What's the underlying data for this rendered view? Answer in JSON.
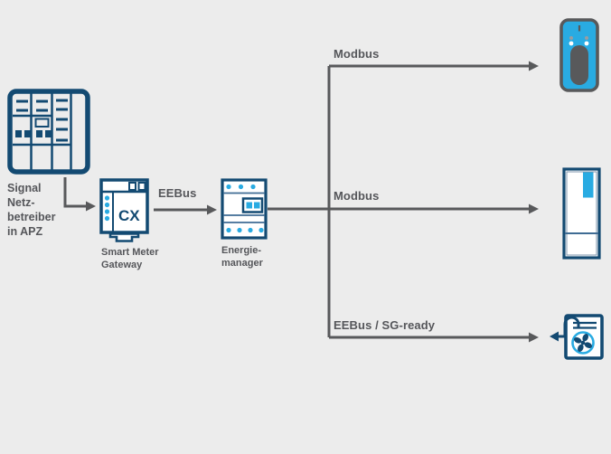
{
  "colors": {
    "background": "#ececec",
    "navy": "#134a72",
    "cyan": "#29abe2",
    "line_gray": "#58595b",
    "text_gray": "#55565a"
  },
  "nodes": {
    "meter_cabinet": {
      "icon": "meter-cabinet-icon",
      "label_lines": [
        "Signal",
        "Netz-",
        "betreiber",
        "in APZ"
      ]
    },
    "smart_meter_gateway": {
      "icon": "smart-meter-gateway-icon",
      "device_text": "CX",
      "label_lines": [
        "Smart Meter",
        "Gateway"
      ]
    },
    "energy_manager": {
      "icon": "energy-manager-icon",
      "label_lines": [
        "Energie-",
        "manager"
      ]
    },
    "wallbox": {
      "icon": "wallbox-icon"
    },
    "heat_pump": {
      "icon": "heat-pump-icon"
    },
    "ventilation": {
      "icon": "ventilation-fan-icon"
    }
  },
  "connections": [
    {
      "from": "meter_cabinet",
      "to": "smart_meter_gateway",
      "label": ""
    },
    {
      "from": "smart_meter_gateway",
      "to": "energy_manager",
      "label": "EEBus"
    },
    {
      "from": "energy_manager",
      "to": "wallbox",
      "label": "Modbus"
    },
    {
      "from": "energy_manager",
      "to": "heat_pump",
      "label": "Modbus"
    },
    {
      "from": "energy_manager",
      "to": "ventilation",
      "label": "EEBus / SG-ready"
    }
  ]
}
